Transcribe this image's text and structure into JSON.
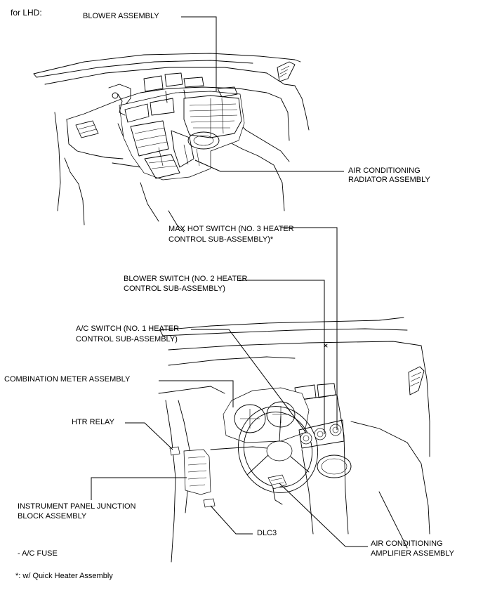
{
  "header": {
    "variant": "for LHD:"
  },
  "labels": {
    "blower_assembly": "BLOWER ASSEMBLY",
    "ac_radiator_1": "AIR CONDITIONING",
    "ac_radiator_2": "RADIATOR ASSEMBLY",
    "max_hot_1": "MAX HOT SWITCH (NO. 3 HEATER",
    "max_hot_2": "CONTROL SUB-ASSEMBLY)*",
    "blower_switch_1": "BLOWER SWITCH (NO. 2 HEATER",
    "blower_switch_2": "CONTROL SUB-ASSEMBLY)",
    "ac_switch_1": "A/C SWITCH (NO. 1 HEATER",
    "ac_switch_2": "CONTROL SUB-ASSEMBLY)",
    "combination_meter": "COMBINATION METER ASSEMBLY",
    "htr_relay": "HTR RELAY",
    "junction_block_1": "INSTRUMENT PANEL JUNCTION",
    "junction_block_2": "BLOCK ASSEMBLY",
    "dlc3": "DLC3",
    "ac_amplifier_1": "AIR CONDITIONING",
    "ac_amplifier_2": "AMPLIFIER ASSEMBLY",
    "ac_fuse": "- A/C FUSE"
  },
  "footnote": "*: w/ Quick Heater Assembly"
}
